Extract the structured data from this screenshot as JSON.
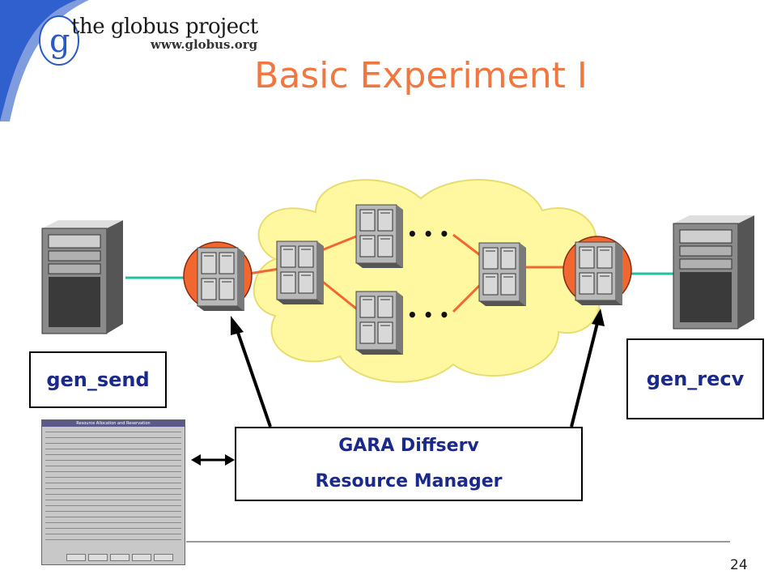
{
  "logo": {
    "name": "the globus project",
    "url": "www.globus.org"
  },
  "title": "Basic Experiment I",
  "labels": {
    "sender": "gen_send",
    "receiver": "gen_recv",
    "manager_line1": "GARA Diffserv",
    "manager_line2": "Resource Manager"
  },
  "gui": {
    "window_title": "Resource Allocation and Reservation"
  },
  "ellipsis": "• • •",
  "page_number": "24",
  "colors": {
    "title": "#f07840",
    "box_text": "#1b2a8a",
    "cloud": "#fff8a0",
    "edge_router": "#f06830",
    "links": "#f06830",
    "host_links": "#20c0a0"
  }
}
